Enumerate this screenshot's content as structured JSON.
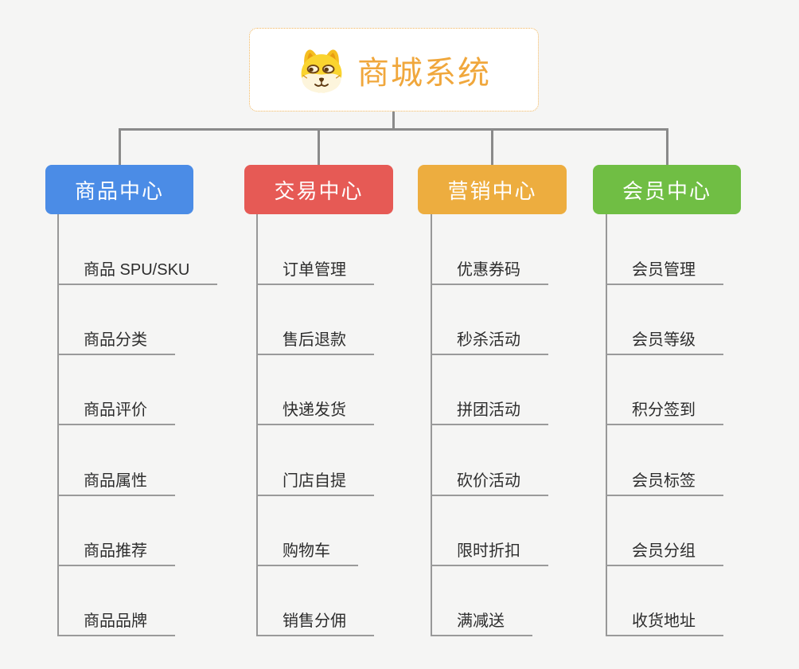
{
  "root": {
    "title": "商城系统",
    "icon": "shiba-dog-icon",
    "accent_color": "#f0a73c",
    "border_color": "#f0b45a"
  },
  "branches": [
    {
      "label": "商品中心",
      "color": "#4b8ce6",
      "items": [
        "商品 SPU/SKU",
        "商品分类",
        "商品评价",
        "商品属性",
        "商品推荐",
        "商品品牌"
      ]
    },
    {
      "label": "交易中心",
      "color": "#e65a55",
      "items": [
        "订单管理",
        "售后退款",
        "快递发货",
        "门店自提",
        "购物车",
        "销售分佣"
      ]
    },
    {
      "label": "营销中心",
      "color": "#edad3f",
      "items": [
        "优惠券码",
        "秒杀活动",
        "拼团活动",
        "砍价活动",
        "限时折扣",
        "满减送"
      ]
    },
    {
      "label": "会员中心",
      "color": "#70be44",
      "items": [
        "会员管理",
        "会员等级",
        "积分签到",
        "会员标签",
        "会员分组",
        "收货地址"
      ]
    }
  ],
  "colors": {
    "background": "#f5f5f4",
    "connector": "#8a8a8a",
    "item_underline": "#9a9a9a",
    "item_text": "#2d2d2d"
  }
}
